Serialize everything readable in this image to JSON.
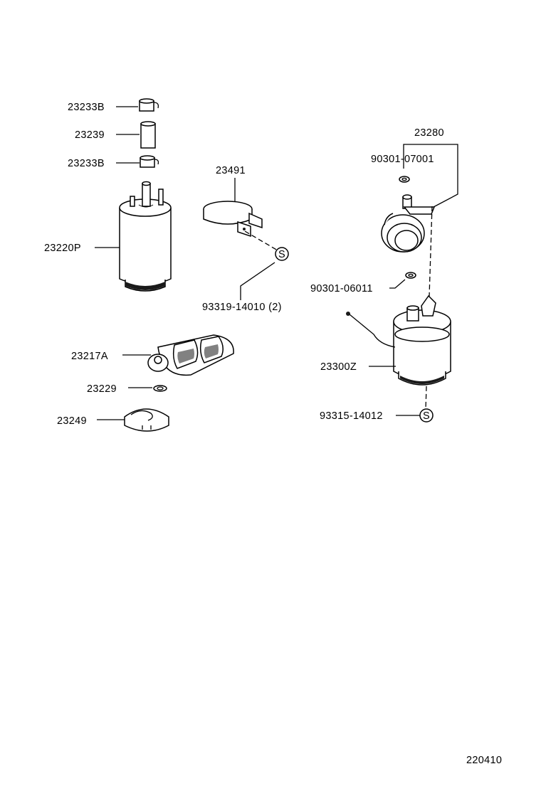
{
  "diagram_id": "220410",
  "callouts": {
    "clip_top": "23233B",
    "hose": "23239",
    "clip_bottom": "23233B",
    "fuel_pump": "23220P",
    "bracket": "23491",
    "bracket_screw": "93319-14010 (2)",
    "filter": "23217A",
    "washer": "23229",
    "retainer": "23249",
    "bracket_assy": "23280",
    "washer_upper": "90301-07001",
    "washer_lower": "90301-06011",
    "damper": "23300Z",
    "damper_screw": "93315-14012"
  },
  "screw_symbol": "S",
  "icons": [
    "hose-clip-icon",
    "hose-icon",
    "fuel-pump-icon",
    "pump-bracket-icon",
    "screw-s-icon",
    "fuel-filter-icon",
    "washer-icon",
    "retainer-icon",
    "pulsation-damper-icon"
  ]
}
